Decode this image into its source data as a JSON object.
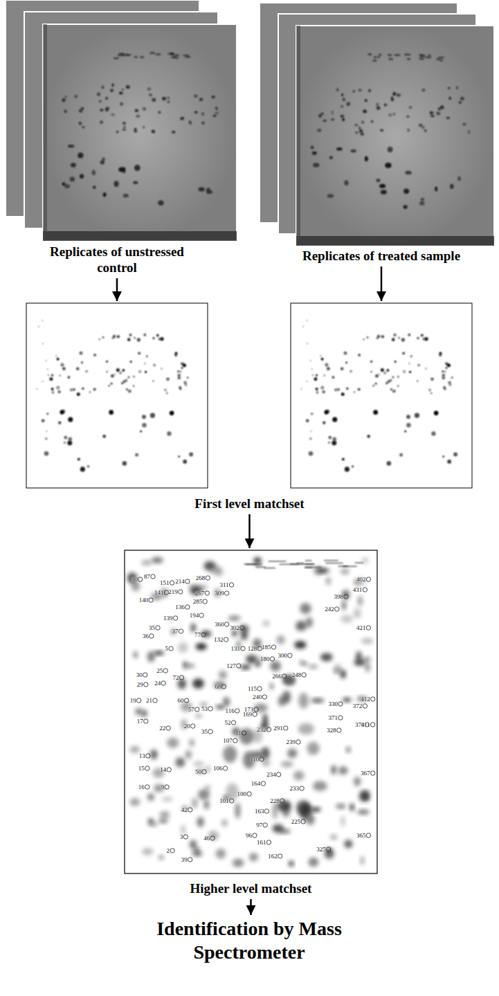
{
  "diagram": {
    "nodes": [
      {
        "text": [
          "Replicates of unstressed control"
        ]
      },
      {
        "text": [
          "Replicates of treated sample"
        ]
      },
      {
        "text": [
          "First level matchset"
        ]
      },
      {
        "text": [
          "Higher level matchset"
        ]
      },
      {
        "text": [
          "Identification by Mass Spectrometer"
        ]
      }
    ],
    "edges": [
      {
        "from": 0,
        "to": 2,
        "arrow": "to"
      },
      {
        "from": 1,
        "to": 2,
        "arrow": "to"
      },
      {
        "from": 2,
        "to": 3,
        "arrow": "to"
      },
      {
        "from": 3,
        "to": 4,
        "arrow": "to"
      }
    ],
    "labels": [
      "90",
      "87",
      "151",
      "214",
      "268",
      "311",
      "402",
      "431",
      "141",
      "219",
      "267",
      "309",
      "398",
      "140",
      "285",
      "136",
      "139",
      "194",
      "242",
      "360",
      "302",
      "421",
      "35",
      "37",
      "77",
      "132",
      "131",
      "128",
      "185",
      "180",
      "300",
      "36",
      "5",
      "127",
      "266",
      "248",
      "30",
      "25",
      "72",
      "68",
      "115",
      "330",
      "372",
      "412",
      "29",
      "24",
      "19",
      "21",
      "60",
      "57",
      "53",
      "116",
      "173",
      "240",
      "17",
      "22",
      "20",
      "35",
      "52",
      "169",
      "371",
      "370",
      "411",
      "11",
      "107",
      "232",
      "291",
      "239",
      "328",
      "13",
      "15",
      "14",
      "50",
      "106",
      "110",
      "367",
      "16",
      "9",
      "234",
      "164",
      "233",
      "100",
      "101",
      "228",
      "42",
      "163",
      "225",
      "97",
      "96",
      "161",
      "3",
      "46",
      "365",
      "2",
      "39",
      "162",
      "325"
    ]
  }
}
